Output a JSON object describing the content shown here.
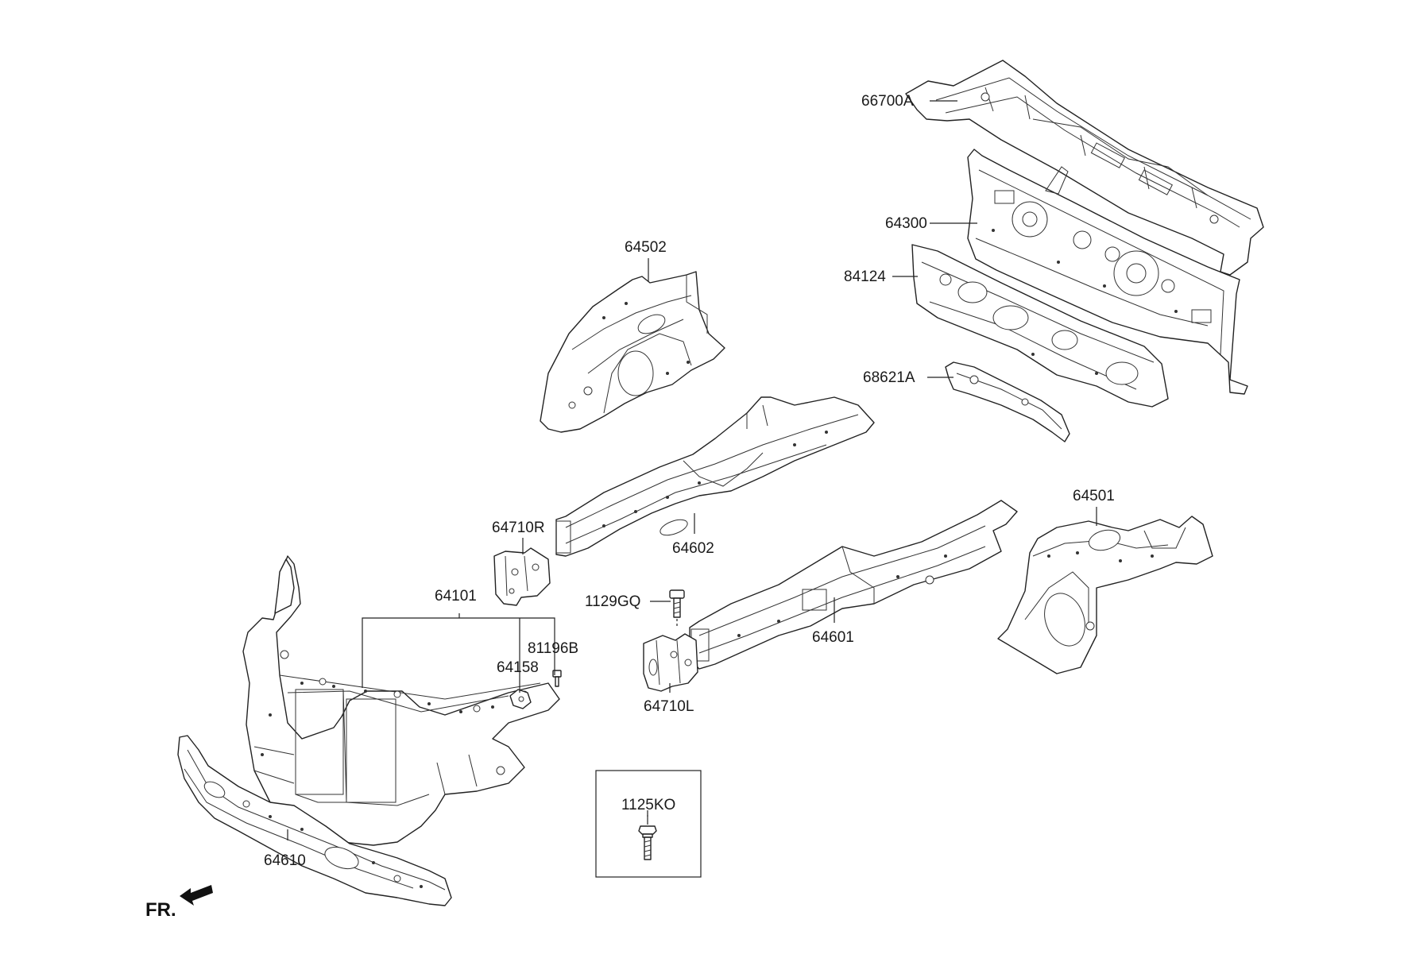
{
  "diagram": {
    "labels": {
      "p66700A": "66700A",
      "p64300": "64300",
      "p84124": "84124",
      "p68621A": "68621A",
      "p64502": "64502",
      "p64501": "64501",
      "p64602": "64602",
      "p64710R": "64710R",
      "p64601": "64601",
      "p1129GQ": "1129GQ",
      "p64710L": "64710L",
      "p64101": "64101",
      "p81196B": "81196B",
      "p64158": "64158",
      "p64610": "64610",
      "p1125KO": "1125KO"
    },
    "direction": "FR."
  }
}
